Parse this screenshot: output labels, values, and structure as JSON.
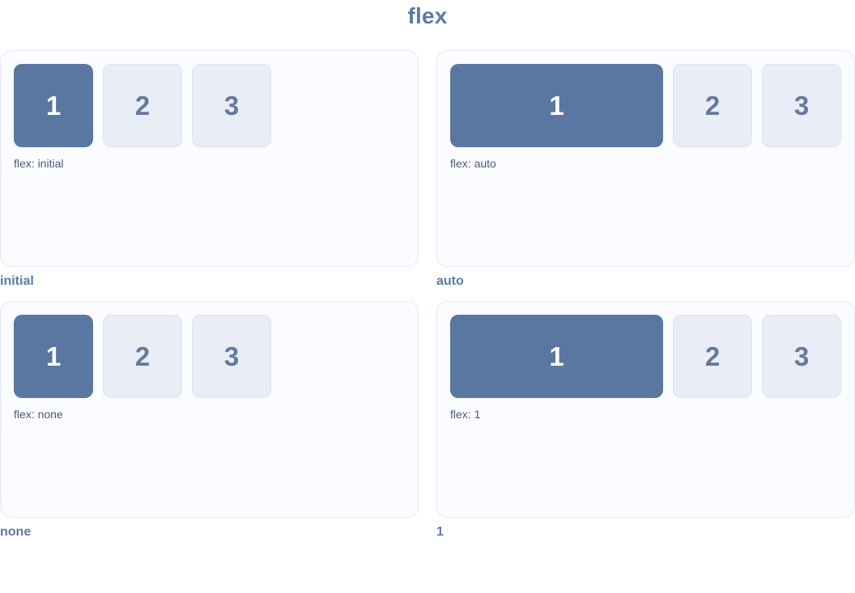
{
  "title": "flex",
  "colors": {
    "accent_text": "#5b7aa8",
    "box_primary_bg": "#5a77a1",
    "box_primary_text": "#ffffff",
    "box_secondary_bg": "#e9edf5",
    "box_secondary_border": "#dde3ee",
    "box_secondary_text": "#64799f",
    "panel_bg": "#fbfcff",
    "panel_border": "#e3e9f3",
    "caption_text": "#49597b"
  },
  "demos": [
    {
      "flex_value": "initial",
      "caption": "flex: initial",
      "label": "initial",
      "boxes": [
        "1",
        "2",
        "3"
      ]
    },
    {
      "flex_value": "auto",
      "caption": "flex: auto",
      "label": "auto",
      "boxes": [
        "1",
        "2",
        "3"
      ]
    },
    {
      "flex_value": "none",
      "caption": "flex: none",
      "label": "none",
      "boxes": [
        "1",
        "2",
        "3"
      ]
    },
    {
      "flex_value": "1",
      "caption": "flex: 1",
      "label": "1",
      "boxes": [
        "1",
        "2",
        "3"
      ]
    }
  ]
}
